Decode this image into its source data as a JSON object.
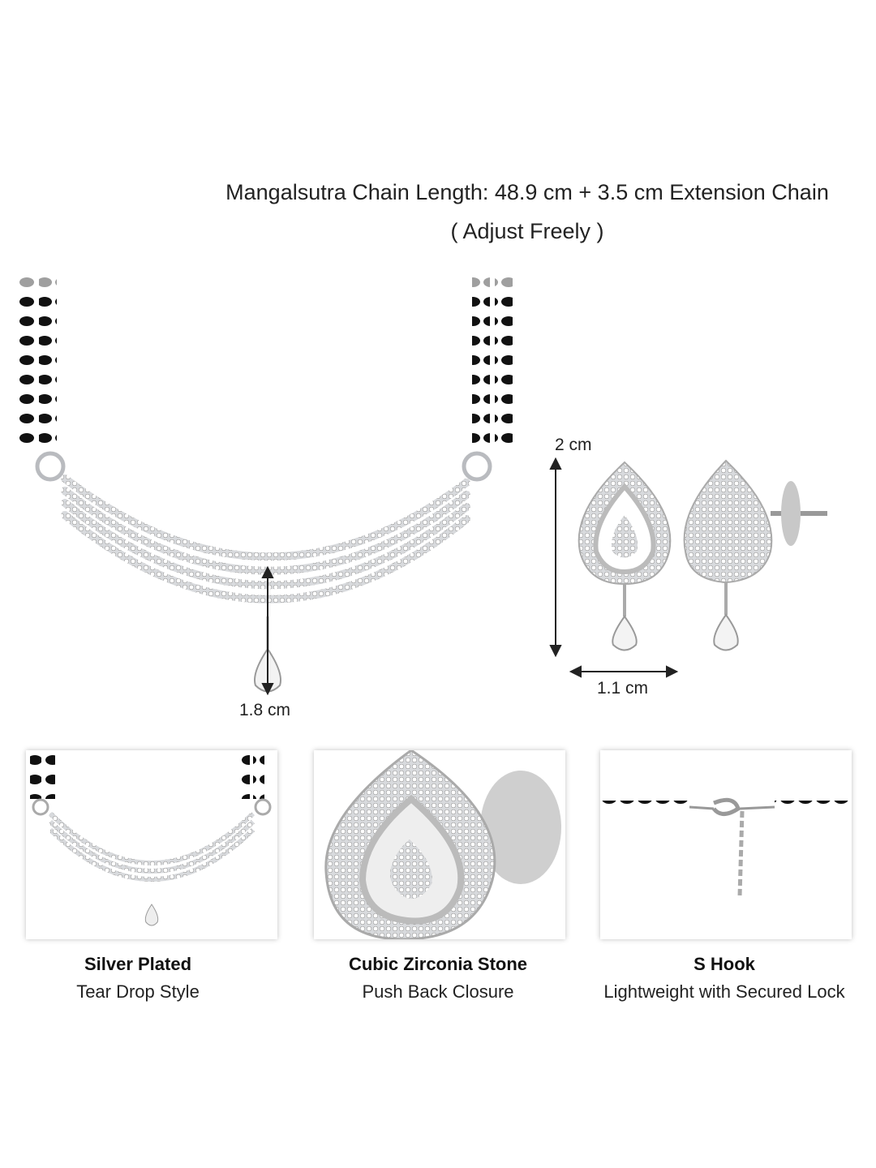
{
  "header": {
    "chain_length": "Mangalsutra Chain Length: 48.9 cm + 3.5 cm Extension Chain",
    "adjust_note": "( Adjust Freely )"
  },
  "dimensions": {
    "pendant_height": "1.8 cm",
    "earring_height": "2 cm",
    "earring_width": "1.1 cm"
  },
  "features": [
    {
      "title": "Silver Plated",
      "subtitle": "Tear Drop Style"
    },
    {
      "title": "Cubic Zirconia Stone",
      "subtitle": "Push Back Closure"
    },
    {
      "title": "S Hook",
      "subtitle": "Lightweight with Secured Lock"
    }
  ],
  "colors": {
    "silver": "#c9cbcf",
    "bead": "#111111",
    "text": "#222222"
  }
}
